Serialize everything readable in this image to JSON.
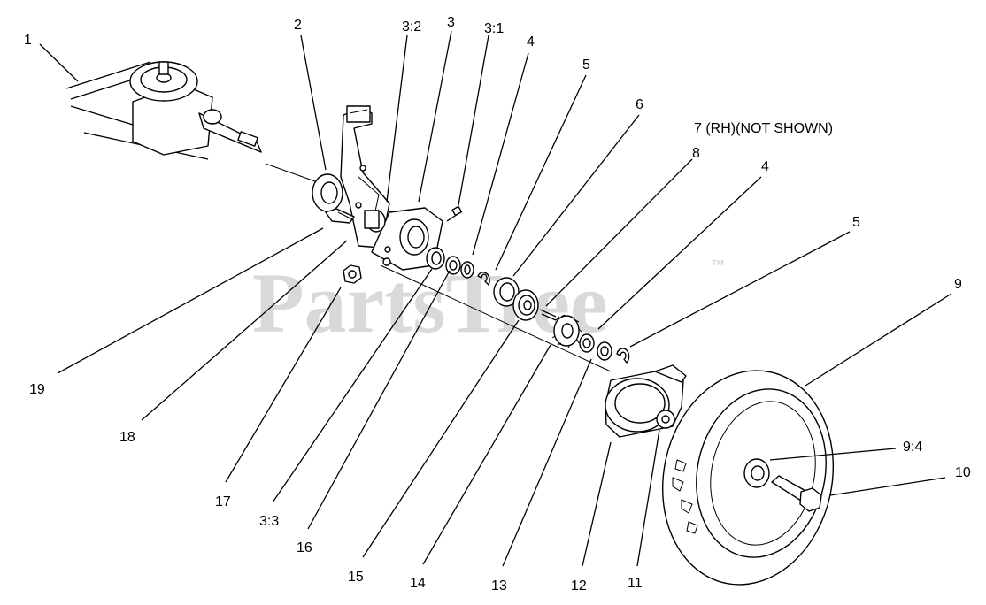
{
  "watermark": {
    "brand": "PartsTree",
    "trademark": "™"
  },
  "callouts": {
    "c1": "1",
    "c2": "2",
    "c3_2": "3:2",
    "c3": "3",
    "c3_1": "3:1",
    "c4_top": "4",
    "c5_top": "5",
    "c6": "6",
    "c7": "7 (RH)(NOT SHOWN)",
    "c8": "8",
    "c4_mid": "4",
    "c5_mid": "5",
    "c9": "9",
    "c9_4": "9:4",
    "c10": "10",
    "c11": "11",
    "c12": "12",
    "c13": "13",
    "c14": "14",
    "c15": "15",
    "c16": "16",
    "c3_3": "3:3",
    "c17": "17",
    "c18": "18",
    "c19": "19"
  },
  "icons": {
    "gear_icon": "gear-icon",
    "wheel_icon": "wheel-icon"
  }
}
